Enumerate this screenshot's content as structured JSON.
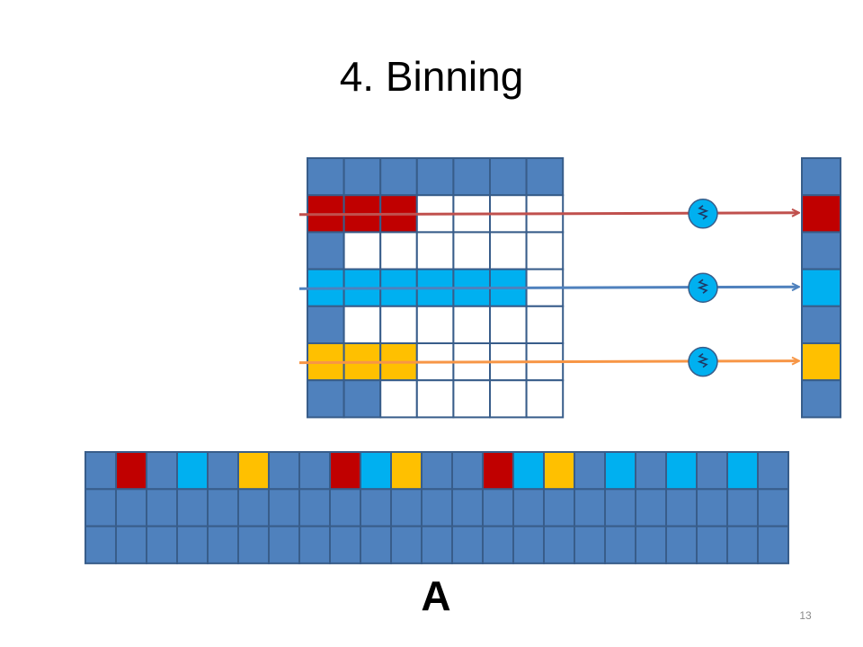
{
  "title": "4. Binning",
  "array_label": "A",
  "slide_number": "13",
  "colors": {
    "blue": "#4f81bd",
    "red": "#c00000",
    "cyan": "#00b0f0",
    "yellow": "#ffc000",
    "white": "#ffffff",
    "border": "#385d8a",
    "arrow_red": "#c0504d",
    "arrow_blue": "#4f81bd",
    "arrow_orange": "#f79646"
  },
  "matrix": [
    [
      "blue",
      "blue",
      "blue",
      "blue",
      "blue",
      "blue",
      "blue"
    ],
    [
      "red",
      "red",
      "red",
      "white",
      "white",
      "white",
      "white"
    ],
    [
      "blue",
      "white",
      "white",
      "white",
      "white",
      "white",
      "white"
    ],
    [
      "cyan",
      "cyan",
      "cyan",
      "cyan",
      "cyan",
      "cyan",
      "white"
    ],
    [
      "blue",
      "white",
      "white",
      "white",
      "white",
      "white",
      "white"
    ],
    [
      "yellow",
      "yellow",
      "yellow",
      "white",
      "white",
      "white",
      "white"
    ],
    [
      "blue",
      "blue",
      "white",
      "white",
      "white",
      "white",
      "white"
    ]
  ],
  "bins": [
    "blue",
    "red",
    "blue",
    "cyan",
    "blue",
    "yellow",
    "blue"
  ],
  "bin_arrows": [
    {
      "row": 1,
      "color": "arrow_red"
    },
    {
      "row": 3,
      "color": "arrow_blue"
    },
    {
      "row": 5,
      "color": "arrow_orange"
    }
  ],
  "array_top_row": [
    "blue",
    "red",
    "blue",
    "cyan",
    "blue",
    "yellow",
    "blue",
    "blue",
    "red",
    "cyan",
    "yellow",
    "blue",
    "blue",
    "red",
    "cyan",
    "yellow",
    "blue",
    "cyan",
    "blue",
    "cyan",
    "blue",
    "cyan",
    "blue"
  ],
  "array_rows": 3
}
